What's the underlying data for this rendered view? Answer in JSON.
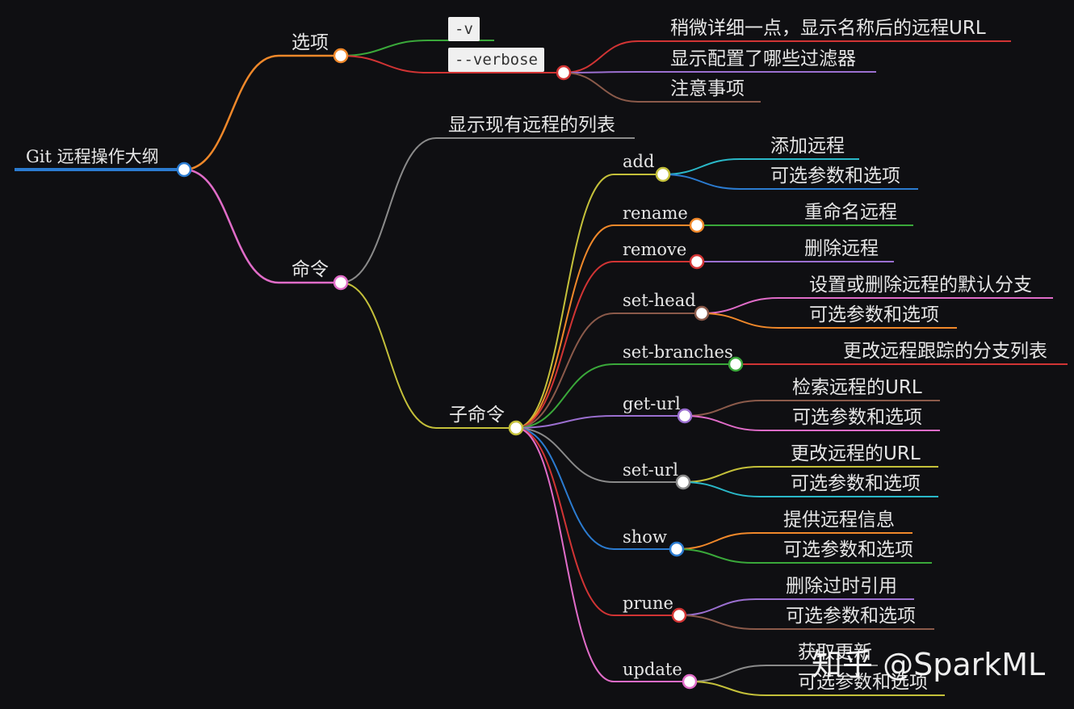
{
  "title": "Git 远程操作大纲",
  "watermark": "知乎 @SparkML",
  "nodes": {
    "root": "Git 远程操作大纲",
    "options": "选项",
    "opt_v": "-v",
    "opt_verbose": "--verbose",
    "verbose_1": "稍微详细一点，显示名称后的远程URL",
    "verbose_2": "显示配置了哪些过滤器",
    "verbose_3": "注意事项",
    "commands": "命令",
    "cmd_list": "显示现有远程的列表",
    "subcommands": "子命令",
    "add": "add",
    "add_1": "添加远程",
    "add_2": "可选参数和选项",
    "rename": "rename",
    "rename_1": "重命名远程",
    "remove": "remove",
    "remove_1": "删除远程",
    "sethead": "set-head",
    "sethead_1": "设置或删除远程的默认分支",
    "sethead_2": "可选参数和选项",
    "setbranches": "set-branches",
    "setbranches_1": "更改远程跟踪的分支列表",
    "geturl": "get-url",
    "geturl_1": "检索远程的URL",
    "geturl_2": "可选参数和选项",
    "seturl": "set-url",
    "seturl_1": "更改远程的URL",
    "seturl_2": "可选参数和选项",
    "show": "show",
    "show_1": "提供远程信息",
    "show_2": "可选参数和选项",
    "prune": "prune",
    "prune_1": "删除过时引用",
    "prune_2": "可选参数和选项",
    "update": "update",
    "update_1": "获取更新",
    "update_2": "可选参数和选项"
  },
  "colors": {
    "background": "#0f0f12",
    "blue": "#2b7bd0",
    "orange": "#f0882a",
    "pink": "#e06cc8",
    "green": "#3aa83a",
    "red": "#d13434",
    "purple": "#9b6fd0",
    "brown": "#8b5a4a",
    "gray": "#8a8a8a",
    "olive": "#c4c03a",
    "cyan": "#2ab8c8"
  }
}
